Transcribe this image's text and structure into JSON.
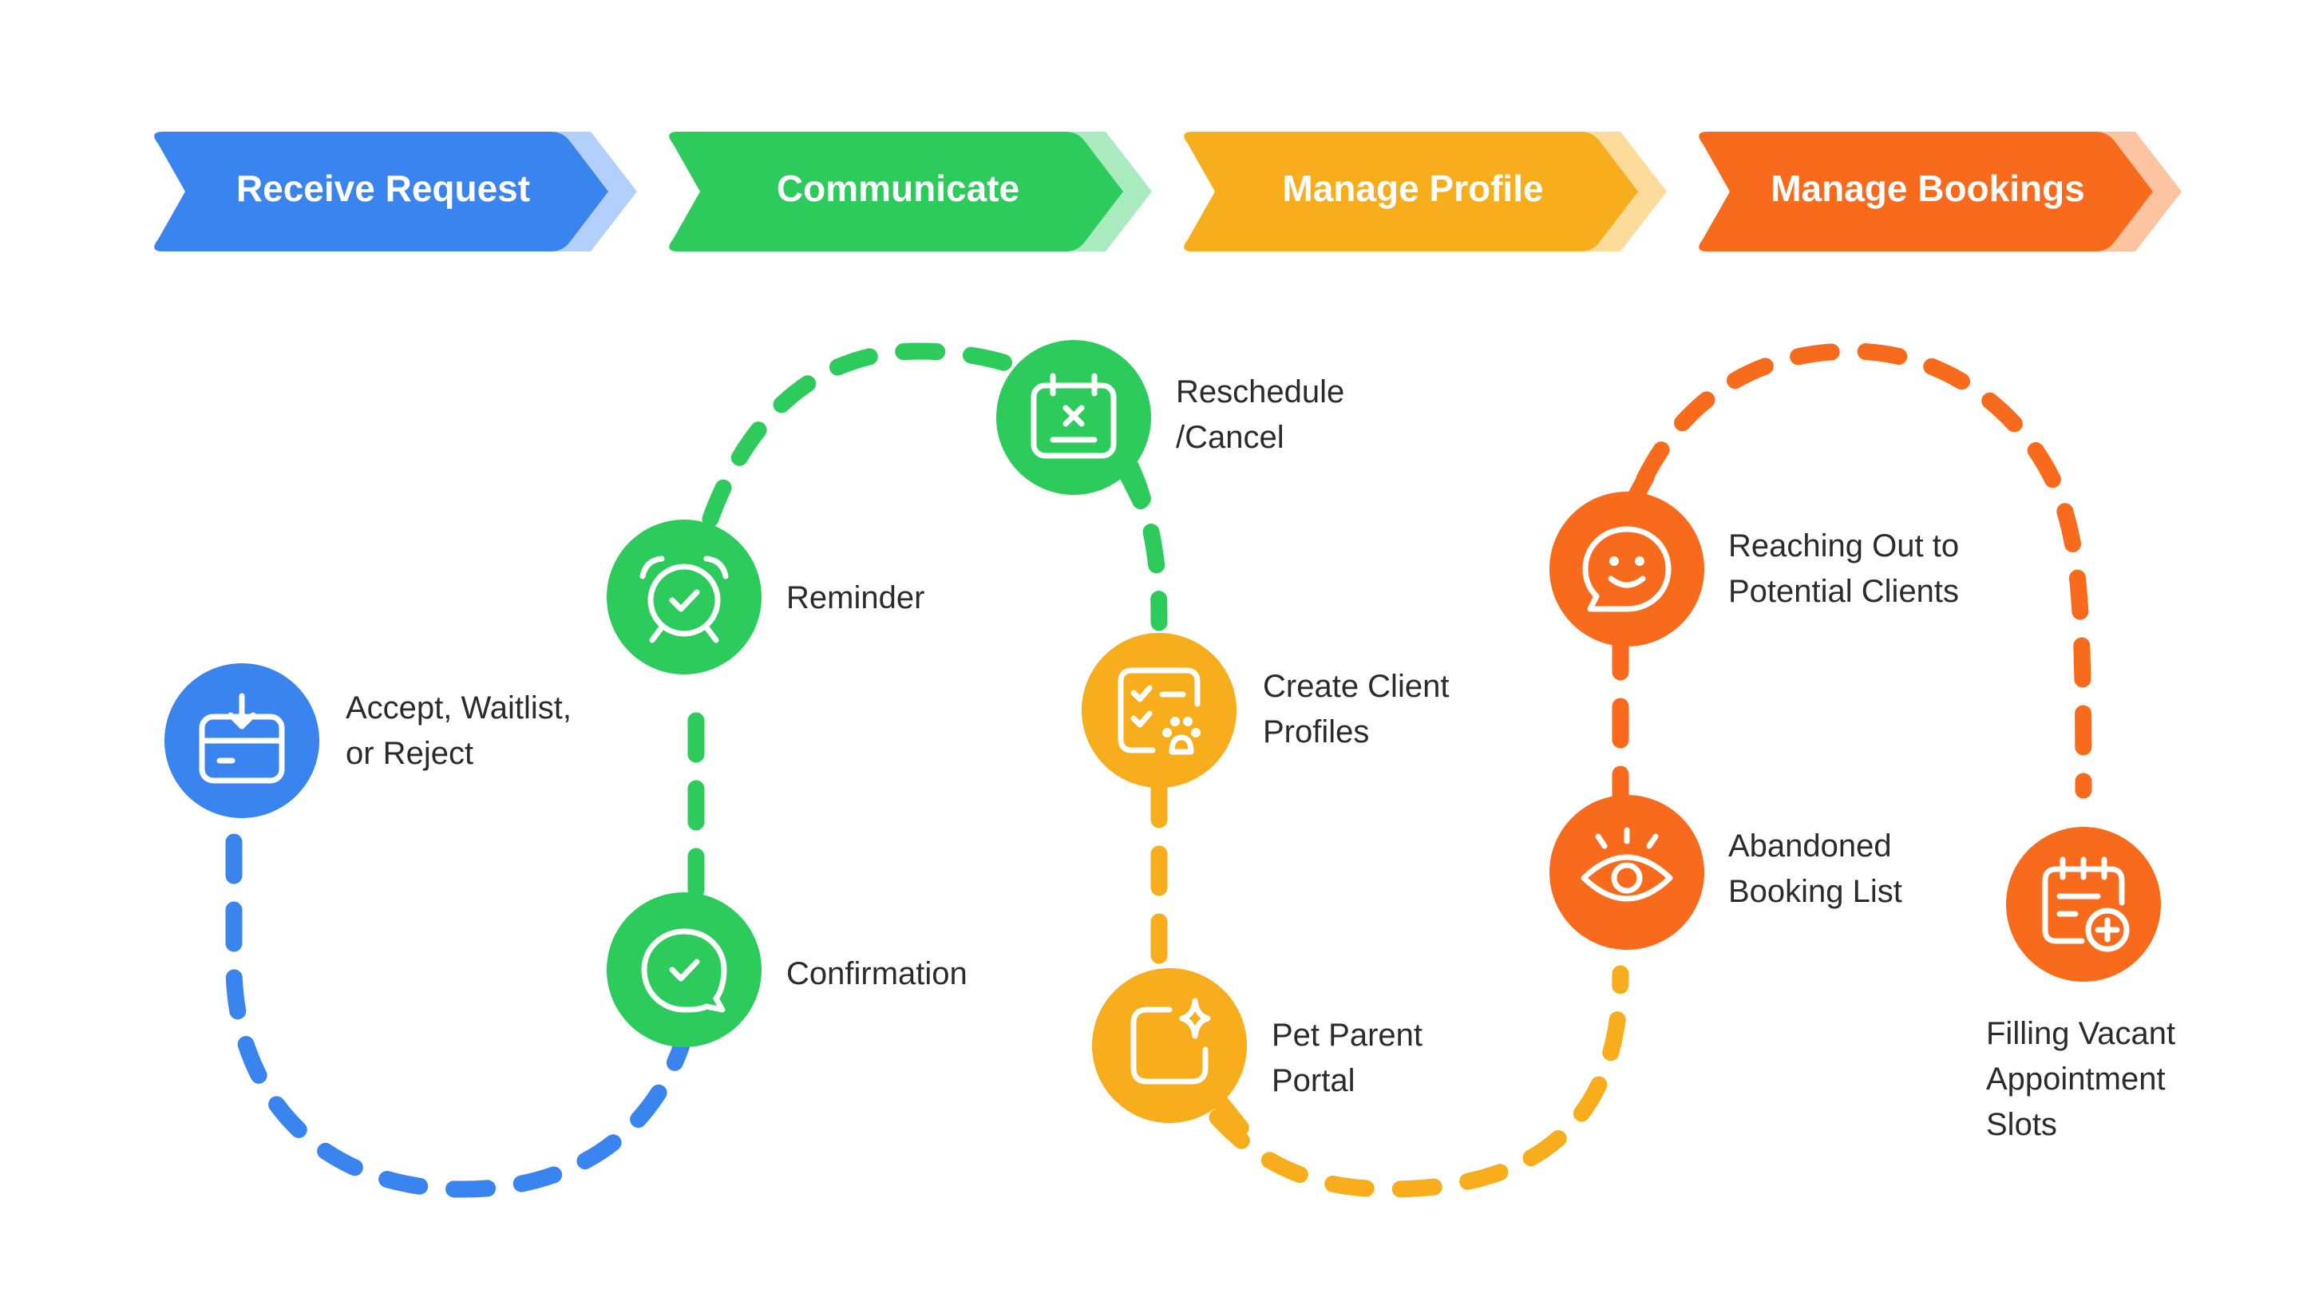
{
  "colors": {
    "blue": "#3a84f0",
    "blue_light": "#b3cffb",
    "green": "#2dcb5c",
    "green_light": "#a9ebbf",
    "yellow": "#f8ad1c",
    "yellow_light": "#fddc9b",
    "orange": "#f86a1c",
    "orange_light": "#fdc4a2",
    "text": "#2b2b2b"
  },
  "stages": [
    {
      "label": "Receive Request",
      "color": "blue"
    },
    {
      "label": "Communicate",
      "color": "green"
    },
    {
      "label": "Manage Profile",
      "color": "yellow"
    },
    {
      "label": "Manage Bookings",
      "color": "orange"
    }
  ],
  "steps": [
    {
      "lines": [
        "Accept, Waitlist,",
        "or Reject"
      ],
      "icon": "calendar-download-icon",
      "color": "blue"
    },
    {
      "lines": [
        "Reminder"
      ],
      "icon": "alarm-clock-check-icon",
      "color": "green"
    },
    {
      "lines": [
        "Confirmation"
      ],
      "icon": "chat-bubble-check-icon",
      "color": "green"
    },
    {
      "lines": [
        "Reschedule",
        "/Cancel"
      ],
      "icon": "calendar-cancel-icon",
      "color": "green"
    },
    {
      "lines": [
        "Create Client",
        "Profiles"
      ],
      "icon": "checklist-paw-icon",
      "color": "yellow"
    },
    {
      "lines": [
        "Pet Parent",
        "Portal"
      ],
      "icon": "sparkle-square-icon",
      "color": "yellow"
    },
    {
      "lines": [
        "Reaching Out to",
        "Potential Clients"
      ],
      "icon": "smile-chat-icon",
      "color": "orange"
    },
    {
      "lines": [
        "Abandoned",
        "Booking List"
      ],
      "icon": "eye-icon",
      "color": "orange"
    },
    {
      "lines": [
        "Filling Vacant",
        "Appointment",
        "Slots"
      ],
      "icon": "calendar-plus-icon",
      "color": "orange"
    }
  ]
}
